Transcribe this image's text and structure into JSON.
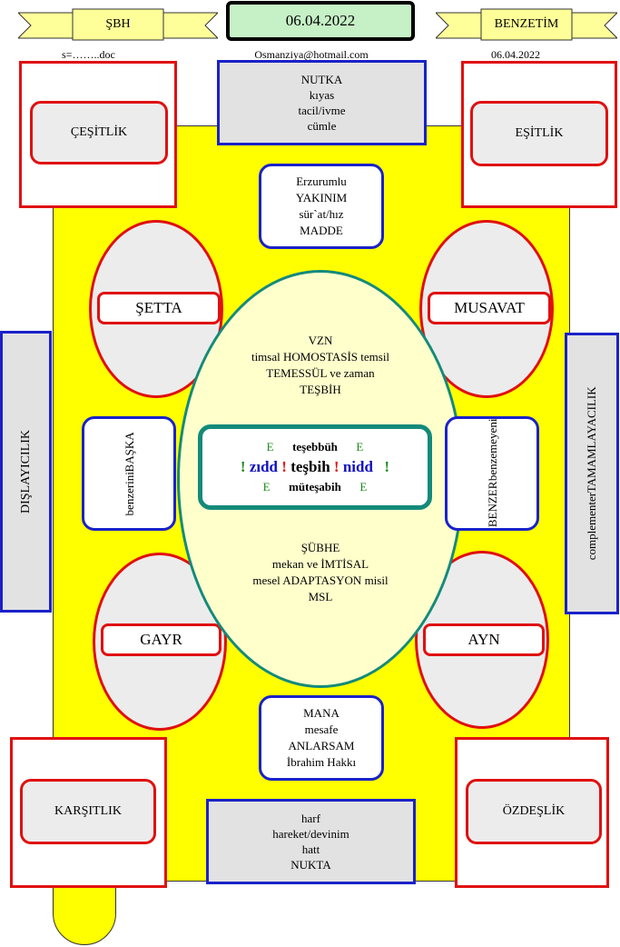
{
  "header": {
    "left_ribbon": "ŞBH",
    "date_center": "06.04.2022",
    "right_ribbon": "BENZETİM",
    "left_sub": "s=……..doc",
    "center_sub": "Osmanziya@hotmail.com",
    "right_sub": "06.04.2022"
  },
  "corners": {
    "top_left": "ÇEŞİTLİK",
    "top_right": "EŞİTLİK",
    "bottom_left": "KARŞITLIK",
    "bottom_right": "ÖZDEŞLİK"
  },
  "top_box": [
    "NUTKA",
    "kıyas",
    "tacil/ivme",
    "cümle"
  ],
  "inner_top": [
    "Erzurumlu",
    "YAKINIM",
    "sür`at/hız",
    "MADDE"
  ],
  "inner_bottom": [
    "MANA",
    "mesafe",
    "ANLARSAM",
    "İbrahim Hakkı"
  ],
  "bottom_box": [
    "harf",
    "hareket/devinim",
    "hatt",
    "NUKTA"
  ],
  "ovals": {
    "top_left": "ŞETTA",
    "top_right": "MUSAVAT",
    "bottom_left": "GAYR",
    "bottom_right": "AYN"
  },
  "side_left": "DIŞLAYICILIK",
  "side_right": [
    "complementer",
    "TAMAMLAYACILIK"
  ],
  "side_inner_left": [
    "benzerini",
    "BAŞKA"
  ],
  "side_inner_right": [
    "BENZER",
    "benzemeyeni"
  ],
  "ellipse_top": [
    "VZN",
    "timsal  HOMOSTASİS  temsil",
    "TEMESSÜL ve zaman",
    "TEŞBİH"
  ],
  "ellipse_bottom": [
    "ŞÜBHE",
    "mekan ve İMTİSAL",
    "mesel  ADAPTASYON  misil",
    "MSL"
  ],
  "core": {
    "row1": {
      "left": "E",
      "mid": "teşebbüh",
      "right": "E"
    },
    "row2": {
      "bang": "!",
      "left": "zıdd",
      "mid": "teşbih",
      "right": "nidd"
    },
    "row3": {
      "left": "E",
      "mid": "müteşabih",
      "right": "E"
    }
  },
  "colors": {
    "yellow": "#ffff00",
    "red": "#e01010",
    "blue": "#1a22c8",
    "teal": "#148a7a",
    "green_text": "#1a8a1a",
    "core_blue": "#1010c0"
  }
}
